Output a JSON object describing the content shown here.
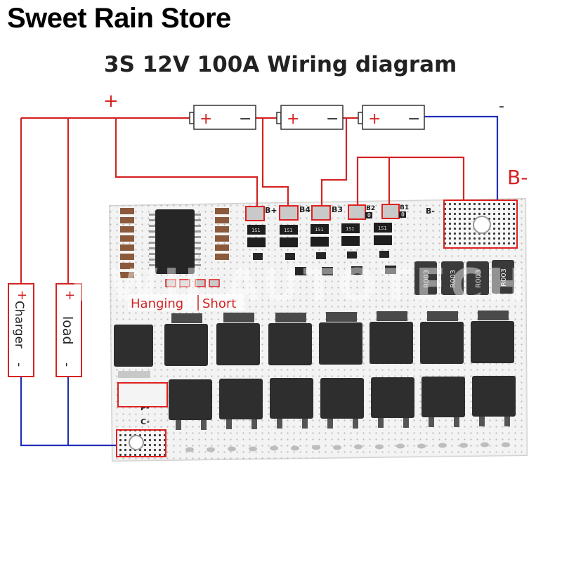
{
  "store_title": "Sweet Rain Store",
  "diagram_title": "3S 12V 100A Wiring diagram",
  "labels": {
    "top_plus": "+",
    "top_minus": "-",
    "b_minus": "B-",
    "charger": "+Charger-",
    "charger_plus": "+",
    "charger_name": "Charger",
    "charger_minus": "-",
    "load_plus": "+",
    "load_name": "load",
    "load_minus": "-",
    "hanging": "Hanging",
    "short": "Short",
    "pad_b_plus": "B+",
    "pad_b4": "B4",
    "pad_b3": "B3",
    "pad_b2": "B2",
    "pad_b1": "B1",
    "pad_b_minus": "B-",
    "pad_p_minus": "P-",
    "pad_c_minus": "C-",
    "resistor_code": "R003",
    "smd_code": "1S1",
    "zero_code": "0",
    "watermark": "KWH AUTOTECHNIC"
  },
  "batteries": [
    {
      "plus": "+",
      "minus": "−"
    },
    {
      "plus": "+",
      "minus": "−"
    },
    {
      "plus": "+",
      "minus": "−"
    }
  ],
  "colors": {
    "wire_positive": "#d42323",
    "wire_negative": "#1f2fb8",
    "board": "#f4f4f4",
    "mosfet": "#2e2e2e",
    "highlight_box": "#e02020"
  }
}
